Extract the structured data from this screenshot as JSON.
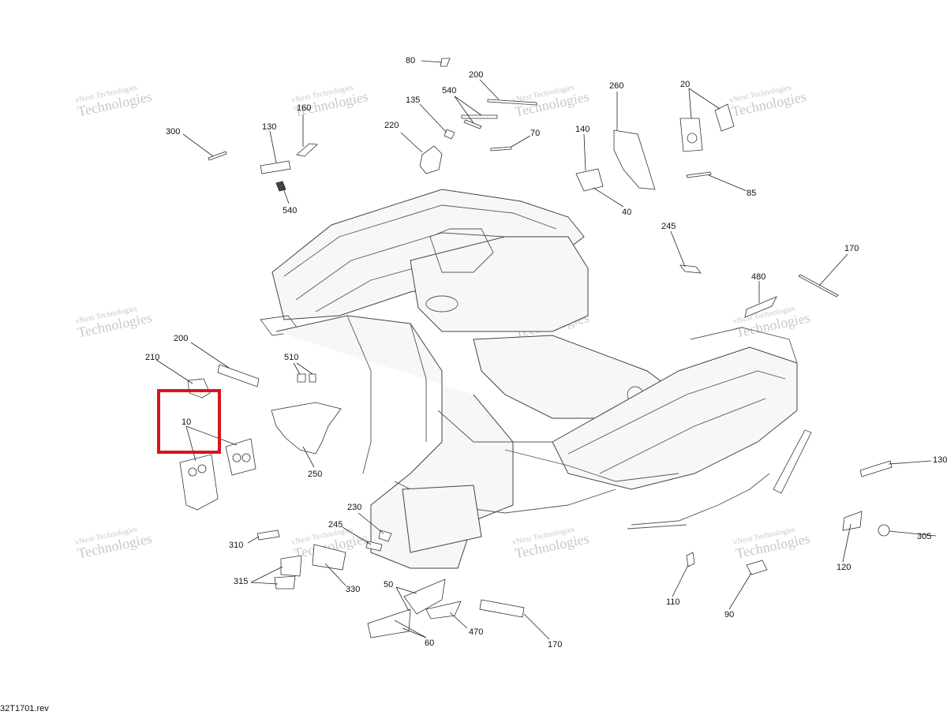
{
  "watermark": {
    "line1": "vNext Technologies",
    "line2": "Technologies"
  },
  "highlight_color": "#d9141e",
  "document_code": "32T1701.rev",
  "callouts": [
    "80",
    "200",
    "540",
    "135",
    "220",
    "70",
    "160",
    "130",
    "300",
    "540",
    "260",
    "20",
    "140",
    "40",
    "85",
    "245",
    "170",
    "480",
    "200",
    "210",
    "510",
    "10",
    "250",
    "130",
    "230",
    "245",
    "310",
    "315",
    "330",
    "50",
    "60",
    "470",
    "170",
    "110",
    "90",
    "120",
    "305"
  ]
}
